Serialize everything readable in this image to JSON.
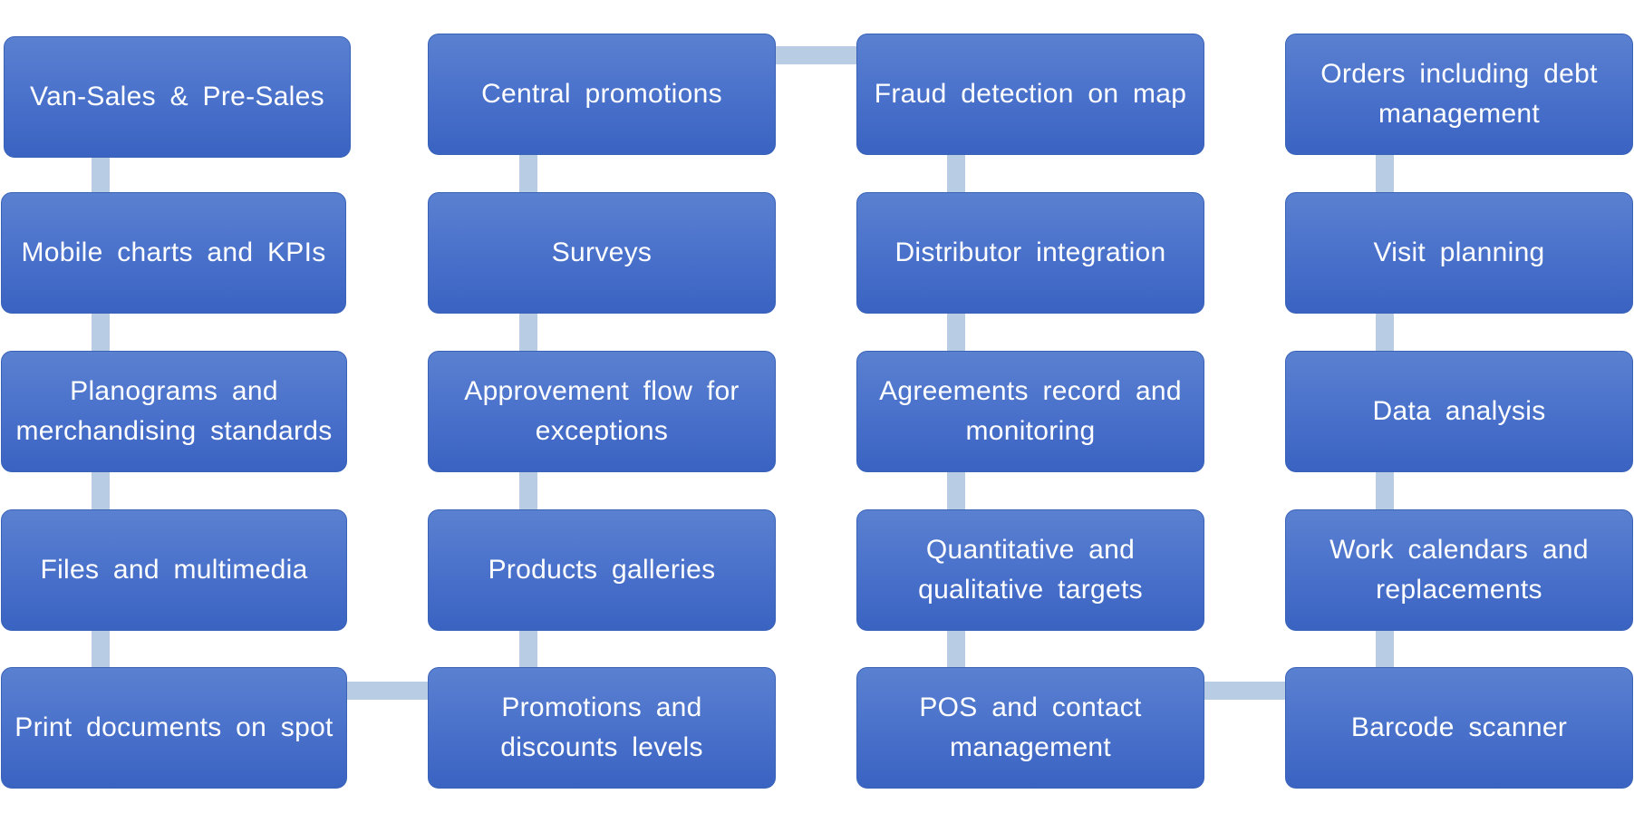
{
  "diagram": {
    "type": "snake-flow",
    "colors": {
      "box_top": "#5a80d0",
      "box_bottom": "#3a63c2",
      "connector": "#b8cce4",
      "text": "#ffffff"
    },
    "columns": [
      {
        "nodes": [
          "Van-Sales & Pre-Sales",
          "Mobile charts and KPIs",
          "Planograms and merchandising standards",
          "Files and multimedia",
          "Print documents on spot"
        ]
      },
      {
        "nodes": [
          "Central promotions",
          "Surveys",
          "Approvement flow for exceptions",
          "Products galleries",
          "Promotions and discounts levels"
        ]
      },
      {
        "nodes": [
          "Fraud detection on map",
          "Distributor integration",
          "Agreements record and monitoring",
          "Quantitative and qualitative targets",
          "POS and contact management"
        ]
      },
      {
        "nodes": [
          "Orders including debt management",
          "Visit planning",
          "Data analysis",
          "Work calendars and replacements",
          "Barcode scanner"
        ]
      }
    ]
  }
}
